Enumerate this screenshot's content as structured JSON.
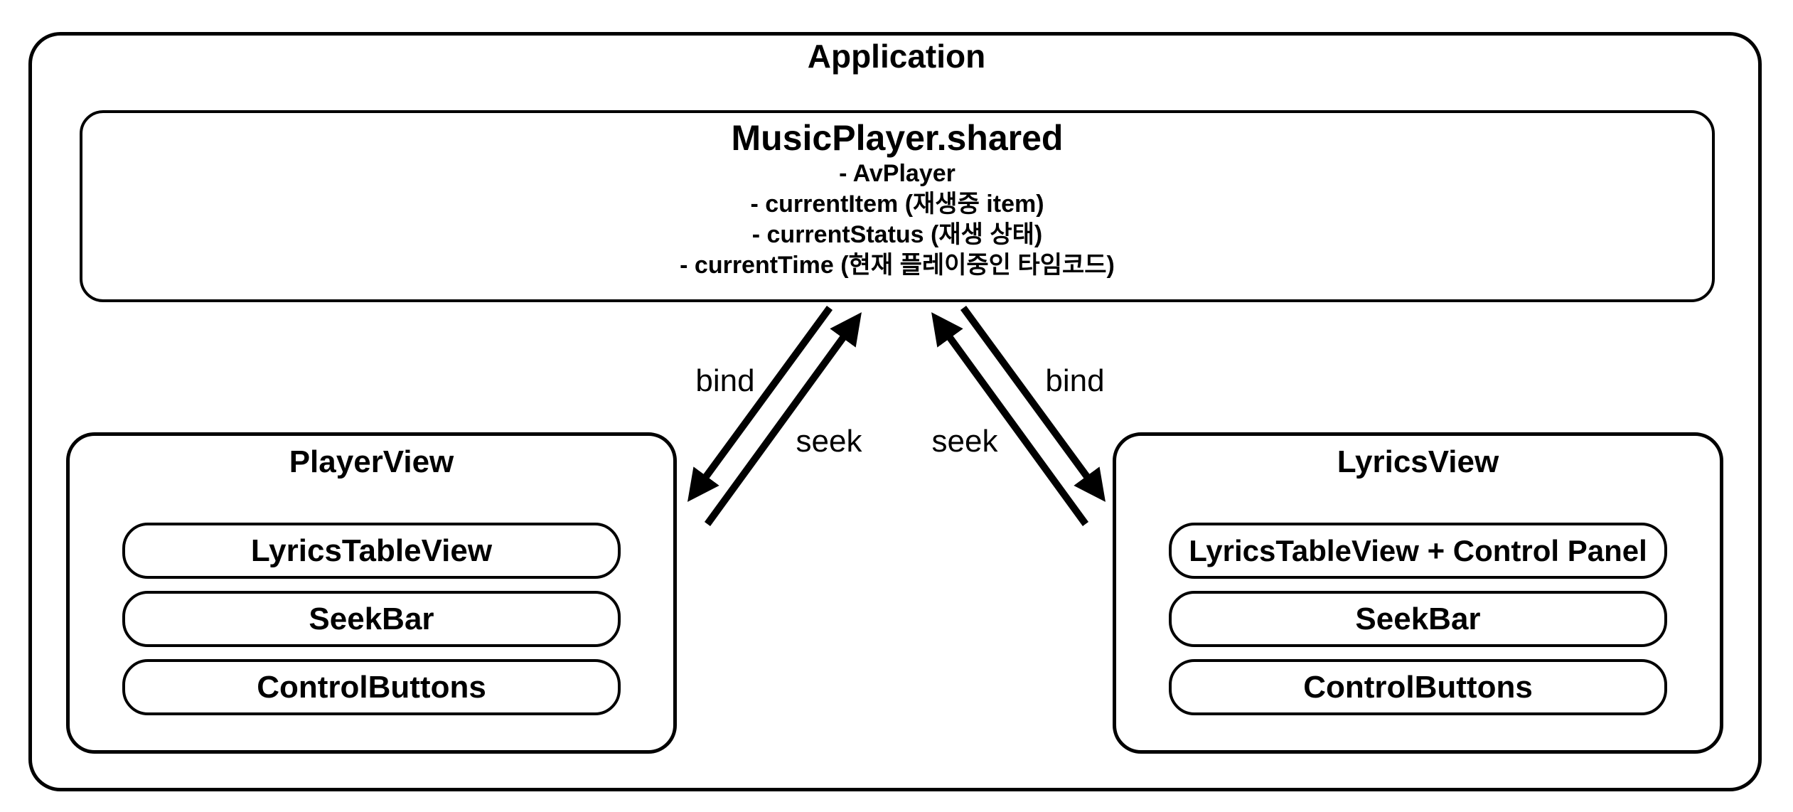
{
  "application": {
    "title": "Application"
  },
  "music_player": {
    "title": "MusicPlayer.shared",
    "properties": [
      "- AvPlayer",
      "- currentItem (재생중 item)",
      "- currentStatus (재생 상태)",
      "- currentTime (현재 플레이중인 타임코드)"
    ]
  },
  "player_view": {
    "title": "PlayerView",
    "components": [
      "LyricsTableView",
      "SeekBar",
      "ControlButtons"
    ]
  },
  "lyrics_view": {
    "title": "LyricsView",
    "components": [
      "LyricsTableView + Control Panel",
      "SeekBar",
      "ControlButtons"
    ]
  },
  "connections": {
    "player_bind_label": "bind",
    "player_seek_label": "seek",
    "lyrics_seek_label": "seek",
    "lyrics_bind_label": "bind"
  },
  "colors": {
    "stroke": "#000000",
    "background": "#ffffff"
  }
}
